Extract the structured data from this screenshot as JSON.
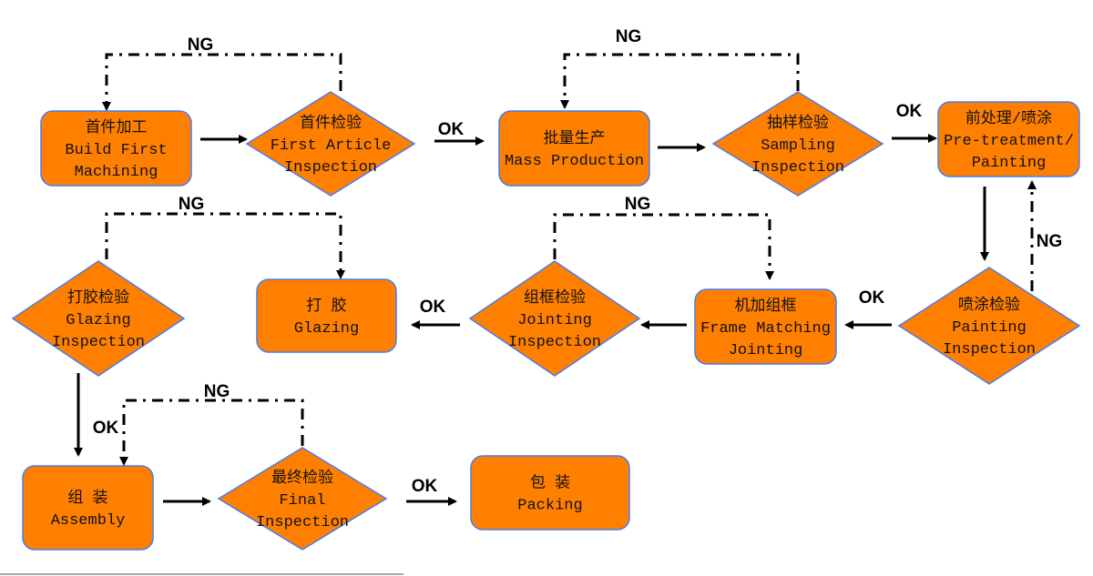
{
  "colors": {
    "node_fill": "#FF8000",
    "node_stroke": "#4A7BEF",
    "line": "#000000",
    "baseline": "#888888"
  },
  "nodes": [
    {
      "id": "build",
      "shape": "rect",
      "lines": [
        "首件加工",
        "Build First",
        "Machining"
      ]
    },
    {
      "id": "fai",
      "shape": "diamond",
      "lines": [
        "首件检验",
        "First Article",
        "Inspection"
      ]
    },
    {
      "id": "mass",
      "shape": "rect",
      "lines": [
        "批量生产",
        "Mass Production"
      ]
    },
    {
      "id": "sampling",
      "shape": "diamond",
      "lines": [
        "抽样检验",
        "Sampling",
        "Inspection"
      ]
    },
    {
      "id": "pretreat",
      "shape": "rect",
      "lines": [
        "前处理/喷涂",
        "Pre-treatment/",
        "Painting"
      ]
    },
    {
      "id": "paintinsp",
      "shape": "diamond",
      "lines": [
        "喷涂检验",
        "Painting",
        "Inspection"
      ]
    },
    {
      "id": "frame",
      "shape": "rect",
      "lines": [
        "机加组框",
        "Frame Matching",
        "Jointing"
      ]
    },
    {
      "id": "jointinsp",
      "shape": "diamond",
      "lines": [
        "组框检验",
        "Jointing",
        "Inspection"
      ]
    },
    {
      "id": "glazing",
      "shape": "rect",
      "lines": [
        "打 胶",
        "Glazing"
      ]
    },
    {
      "id": "glazinsp",
      "shape": "diamond",
      "lines": [
        "打胶检验",
        "Glazing",
        "Inspection"
      ]
    },
    {
      "id": "assembly",
      "shape": "rect",
      "lines": [
        "组 装",
        "Assembly"
      ]
    },
    {
      "id": "final",
      "shape": "diamond",
      "lines": [
        "最终检验",
        "Final",
        "Inspection"
      ]
    },
    {
      "id": "packing",
      "shape": "rect",
      "lines": [
        "包 装",
        "Packing"
      ]
    }
  ],
  "edges": [
    {
      "from": "build",
      "to": "fai",
      "style": "solid",
      "label": ""
    },
    {
      "from": "fai",
      "to": "mass",
      "style": "solid",
      "label": "OK"
    },
    {
      "from": "mass",
      "to": "sampling",
      "style": "solid",
      "label": ""
    },
    {
      "from": "sampling",
      "to": "pretreat",
      "style": "solid",
      "label": "OK"
    },
    {
      "from": "pretreat",
      "to": "paintinsp",
      "style": "solid",
      "label": ""
    },
    {
      "from": "paintinsp",
      "to": "frame",
      "style": "solid",
      "label": "OK"
    },
    {
      "from": "frame",
      "to": "jointinsp",
      "style": "solid",
      "label": ""
    },
    {
      "from": "jointinsp",
      "to": "glazing",
      "style": "solid",
      "label": "OK"
    },
    {
      "from": "glazinsp",
      "to": "assembly",
      "style": "solid",
      "label": "OK"
    },
    {
      "from": "assembly",
      "to": "final",
      "style": "solid",
      "label": ""
    },
    {
      "from": "final",
      "to": "packing",
      "style": "solid",
      "label": "OK"
    },
    {
      "from": "fai",
      "to": "build",
      "style": "dashdot",
      "label": "NG"
    },
    {
      "from": "sampling",
      "to": "mass",
      "style": "dashdot",
      "label": "NG"
    },
    {
      "from": "paintinsp",
      "to": "pretreat",
      "style": "dashdot",
      "label": "NG"
    },
    {
      "from": "glazinsp",
      "to": "glazing",
      "style": "dashdot",
      "label": "NG"
    },
    {
      "from": "jointinsp",
      "to": "frame",
      "style": "dashdot",
      "label": "NG"
    },
    {
      "from": "final",
      "to": "assembly",
      "style": "dashdot",
      "label": "NG"
    }
  ]
}
